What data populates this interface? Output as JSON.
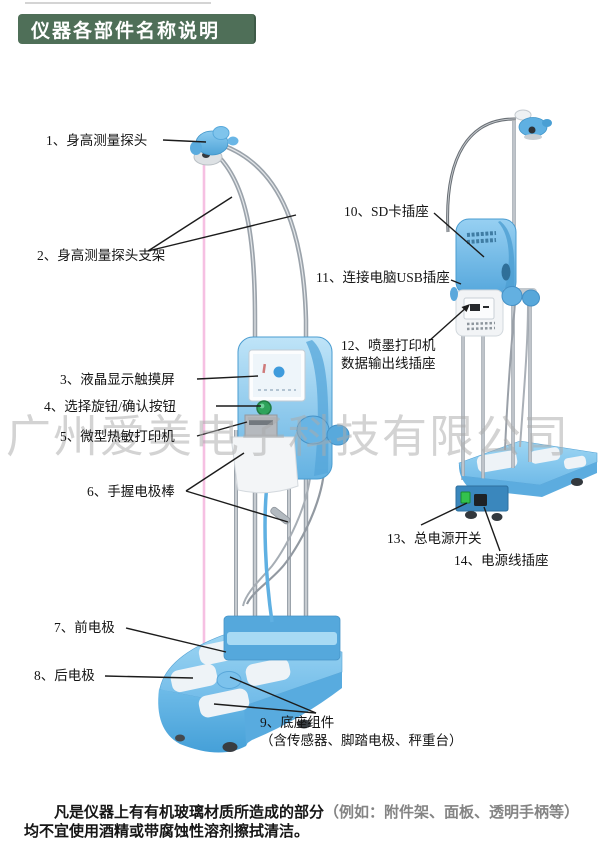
{
  "header": {
    "title": "仪器各部件名称说明"
  },
  "watermark": {
    "text": "广州爱美电子科技有限公司"
  },
  "callouts": [
    {
      "label": "1、身高测量探头"
    },
    {
      "label": "2、身高测量探头支架"
    },
    {
      "label": "3、液晶显示触摸屏"
    },
    {
      "label": "4、选择旋钮/确认按钮"
    },
    {
      "label": "5、微型热敏打印机"
    },
    {
      "label": "6、手握电极棒"
    },
    {
      "label": "7、前电极"
    },
    {
      "label": "8、后电极"
    },
    {
      "label": "9、底座组件",
      "label2": "（含传感器、脚踏电极、秤重台）"
    },
    {
      "label": "10、SD卡插座"
    },
    {
      "label": "11、连接电脑USB插座"
    },
    {
      "label": "12、喷墨打印机",
      "label2": "数据输出线插座"
    },
    {
      "label": "13、总电源开关"
    },
    {
      "label": "14、电源线插座"
    }
  ],
  "footer": {
    "line1_solid": "凡是仪器上有有机玻璃材质所造成的部分",
    "line1_faded": "（例如：附件架、面板、透明手柄等）",
    "line2": "均不宜使用酒精或带腐蚀性溶剂擦拭清洁。"
  },
  "colors": {
    "header_bg": "#4f6f58",
    "device_blue": "#6fb7e4",
    "device_blue_dark": "#4a9cd0",
    "laser_pink": "#f2a8d8",
    "switch_green": "#33c24d",
    "chrome": "#9ba3ab",
    "watermark_gray": "#aaaaaa"
  }
}
